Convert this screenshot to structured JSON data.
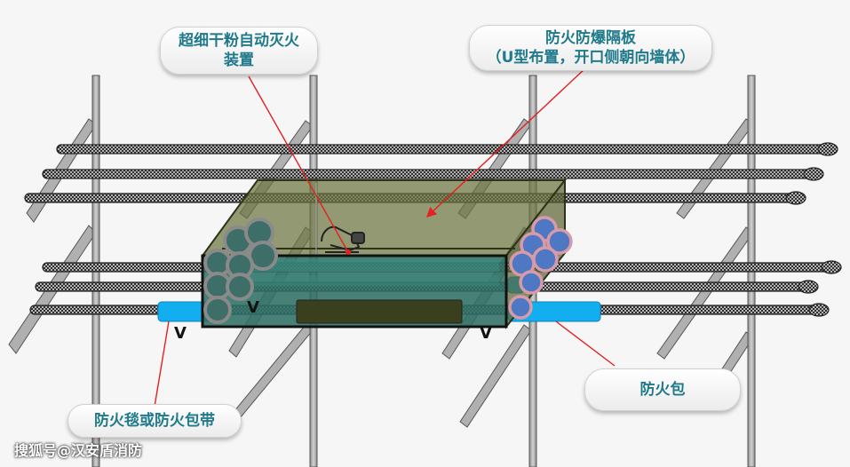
{
  "labels": {
    "device": [
      "超细干粉自动灭火",
      "装置"
    ],
    "panel": [
      "防火防爆隔板",
      "（U型布置，开口侧朝向墙体）"
    ],
    "blanket": "防火毯或防火包带",
    "pack": "防火包",
    "v_mark": "V"
  },
  "watermark": "搜狐号@汉安盾消防",
  "colors": {
    "label_text": "#1f7a8c",
    "leader_line": "#e52020",
    "tray_fill": "#4e5a2e",
    "pack_fill": "#4f78c4",
    "pack_stroke": "#d89aa8",
    "band_blue": "#12aef0",
    "teal": "#2e7b73",
    "rod": "#a8a8a8"
  }
}
